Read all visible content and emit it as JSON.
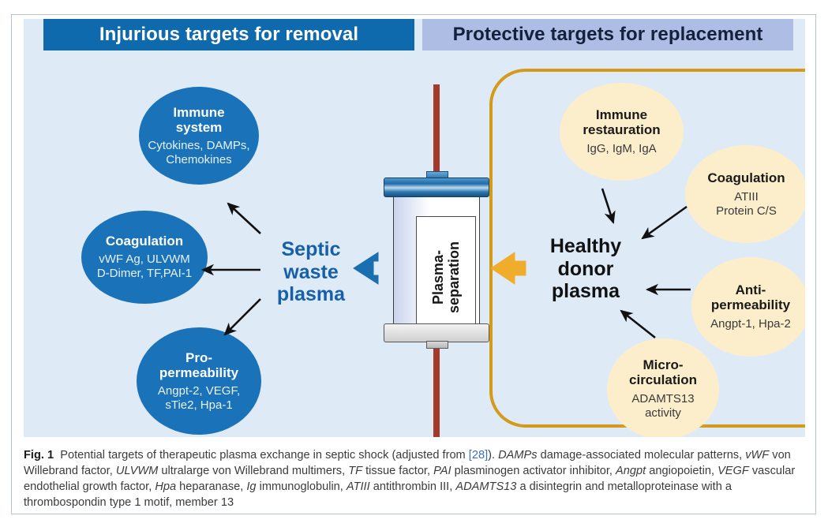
{
  "figure": {
    "banners": {
      "left": "Injurious targets for removal",
      "right": "Protective targets for replacement"
    },
    "center_labels": {
      "septic": "Septic\nwaste\nplasma",
      "healthy": "Healthy\ndonor\nplasma",
      "device": "Plasma-\nseparation"
    },
    "left_bubbles": [
      {
        "title": "Immune\nsystem",
        "sub": "Cytokines, DAMPs,\nChemokines"
      },
      {
        "title": "Coagulation",
        "sub": "vWF Ag, ULVWM\nD-Dimer, TF,PAI-1"
      },
      {
        "title": "Pro-\npermeability",
        "sub": "Angpt-2, VEGF,\nsTie2, Hpa-1"
      }
    ],
    "right_bubbles": [
      {
        "title": "Immune\nrestauration",
        "sub": "IgG, IgM, IgA"
      },
      {
        "title": "Coagulation",
        "sub": "ATIII\nProtein C/S"
      },
      {
        "title": "Anti-\npermeability",
        "sub": "Angpt-1, Hpa-2"
      },
      {
        "title": "Micro-\ncirculation",
        "sub": "ADAMTS13\nactivity"
      }
    ],
    "colors": {
      "banner_left_bg": "#0f69ad",
      "banner_right_bg": "#aebde4",
      "panel_bg": "#dfeaf7",
      "blue_bubble": "#1a72b8",
      "cream_bubble": "#fceecb",
      "orange_border": "#d49a1a",
      "blue_arrow": "#1a6fae",
      "orange_arrow": "#f0ad2b",
      "tube_red": "#a53a2c",
      "septic_text": "#1560a8"
    }
  },
  "caption": {
    "label": "Fig. 1",
    "line_lead": "Potential targets of therapeutic plasma exchange in septic shock (adjusted from ",
    "ref": "[28]",
    "line_after_ref": "). ",
    "abbreviations": [
      {
        "term": "DAMPs",
        "def": " damage-associated molecular patterns, "
      },
      {
        "term": "vWF",
        "def": " von Willebrand factor, "
      },
      {
        "term": "ULVWM",
        "def": " ultralarge von Willebrand multimers, "
      },
      {
        "term": "TF",
        "def": " tissue factor, "
      },
      {
        "term": "PAI",
        "def": " plasminogen activator inhibitor, "
      },
      {
        "term": "Angpt",
        "def": " angiopoietin, "
      },
      {
        "term": "VEGF",
        "def": " vascular endothelial growth factor, "
      },
      {
        "term": "Hpa",
        "def": " heparanase, "
      },
      {
        "term": "Ig",
        "def": " immunoglobulin, "
      },
      {
        "term": "ATIII",
        "def": " antithrombin III, "
      },
      {
        "term": "ADAMTS13",
        "def": " a disintegrin and metalloproteinase with a thrombospondin type 1 motif, member 13"
      }
    ]
  }
}
